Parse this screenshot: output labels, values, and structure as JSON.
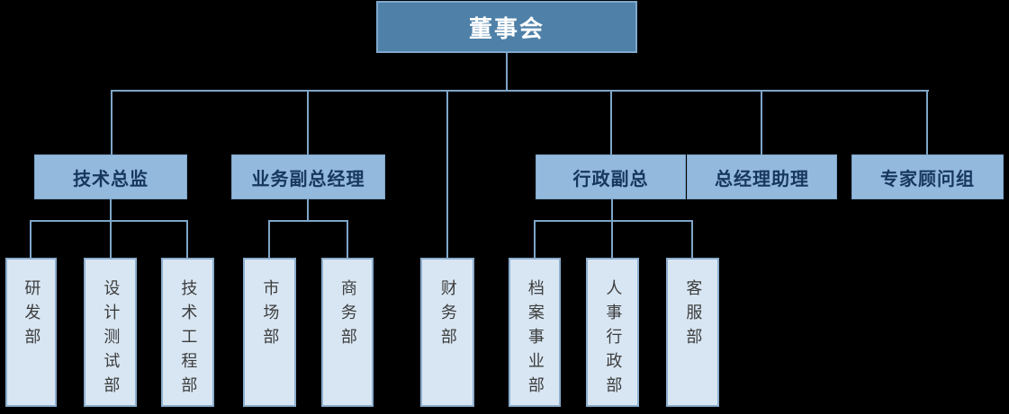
{
  "diagram": {
    "type": "org-chart",
    "root": {
      "label": "董事会"
    },
    "level2": [
      {
        "id": "tech-director",
        "label": "技术总监",
        "reports": [
          "研发部",
          "设计测试部",
          "技术工程部"
        ]
      },
      {
        "id": "business-vp",
        "label": "业务副总经理",
        "reports": [
          "市场部",
          "商务部"
        ]
      },
      {
        "id": "admin-vp",
        "label": "行政副总",
        "reports": [
          "档案事业部",
          "人事行政部",
          "客服部"
        ]
      },
      {
        "id": "gm-assistant",
        "label": "总经理助理",
        "reports": []
      },
      {
        "id": "expert-advisors",
        "label": "专家顾问组",
        "reports": []
      }
    ],
    "level3": [
      {
        "id": "rnd-dept",
        "label": "研发部",
        "parent": "技术总监"
      },
      {
        "id": "design-test-dept",
        "label": "设计测试部",
        "parent": "技术总监"
      },
      {
        "id": "tech-eng-dept",
        "label": "技术工程部",
        "parent": "技术总监"
      },
      {
        "id": "marketing-dept",
        "label": "市场部",
        "parent": "业务副总经理"
      },
      {
        "id": "commerce-dept",
        "label": "商务部",
        "parent": "业务副总经理"
      },
      {
        "id": "finance-dept",
        "label": "财务部",
        "parent": "董事会"
      },
      {
        "id": "archives-dept",
        "label": "档案事业部",
        "parent": "行政副总"
      },
      {
        "id": "hr-admin-dept",
        "label": "人事行政部",
        "parent": "行政副总"
      },
      {
        "id": "customer-svc-dept",
        "label": "客服部",
        "parent": "行政副总"
      }
    ],
    "colors": {
      "background": "#000000",
      "root_fill": "#4E80A8",
      "root_border": "#7FA8CC",
      "root_text": "#FFFFFF",
      "level2_fill": "#93B9DD",
      "level2_text": "#17375E",
      "level3_fill": "#D8E6F3",
      "level3_border": "#8CAECE",
      "level3_text": "#3D3D3D",
      "connector": "#7EA6C9"
    }
  }
}
